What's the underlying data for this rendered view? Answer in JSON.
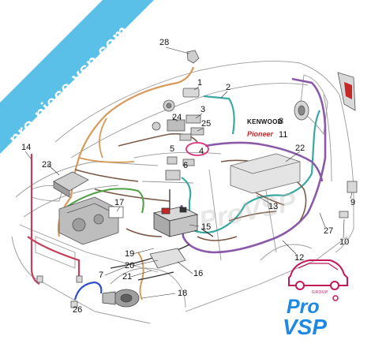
{
  "banner": {
    "text": "pro-piece-vsp.com",
    "color": "#5bc0e8"
  },
  "brands": {
    "kenwood": "KENWOOD",
    "pioneer": "Pioneer"
  },
  "callouts": [
    "1",
    "2",
    "3",
    "4",
    "5",
    "6",
    "7",
    "8",
    "9",
    "10",
    "11",
    "12",
    "13",
    "14",
    "15",
    "16",
    "17",
    "18",
    "19",
    "20",
    "21",
    "22",
    "23",
    "24",
    "25",
    "26",
    "27",
    "28"
  ],
  "logo": {
    "group": "GROUP",
    "pro": "Pro",
    "vsp": "VSP",
    "color": "#c2185b",
    "accent": "#1e88e5"
  },
  "watermark": "ProVSP",
  "colors": {
    "harness_orange": "#d79a5a",
    "harness_teal": "#3aa8a0",
    "harness_purple": "#8a5aa8",
    "harness_brown": "#7b5b48",
    "harness_red": "#c2405a",
    "harness_green": "#4ca040",
    "harness_blue": "#3050d0",
    "highlight": "#d6337a",
    "battery_red": "#c62828"
  }
}
